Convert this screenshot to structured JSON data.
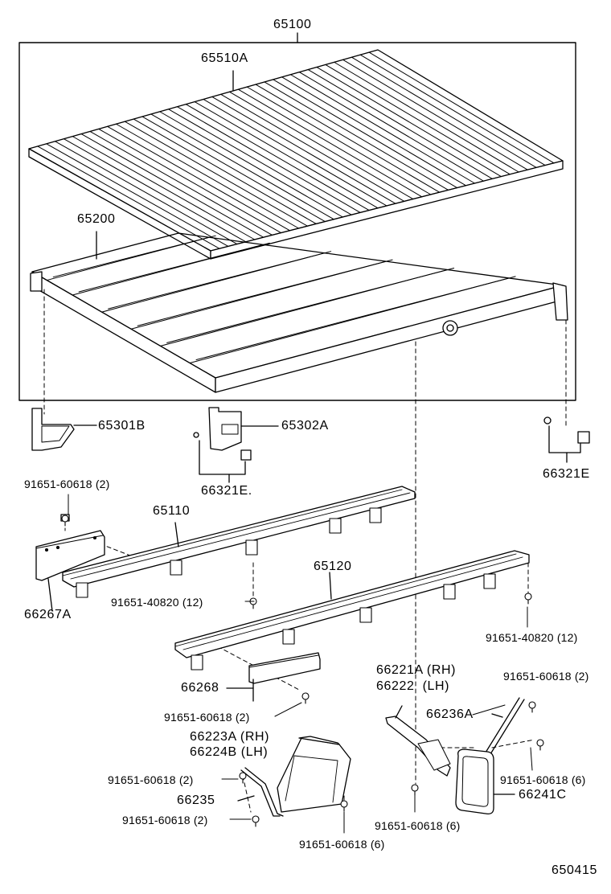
{
  "diagram_id": "650415",
  "assembly": {
    "part": "65100"
  },
  "parts": {
    "floor_panel": "65510A",
    "floor_frame": "65200",
    "bracket_left": "65301B",
    "bracket_center": "65302A",
    "clip_left": "66321E.",
    "clip_right": "66321E",
    "rail_front": "65110",
    "rail_rear": "65120",
    "plate_left": "66267A",
    "plate_center": "66268",
    "mud_guard_rh": "66223A (RH)",
    "mud_guard_lh": "66224B (LH)",
    "stay_small": "66235",
    "stay_rh": "66221A (RH)",
    "stay_lh": "66222  (LH)",
    "stay_long": "66236A",
    "lamp_frame": "66241C"
  },
  "bolts": {
    "b1": "91651-60618 (2)",
    "b2": "91651-40820 (12)",
    "b3": "91651-40820 (12)",
    "b4": "91651-60618 (2)",
    "b5": "91651-60618 (2)",
    "b6": "91651-60618 (2)",
    "b7": "91651-60618 (6)",
    "b8": "91651-60618 (6)",
    "b9": "91651-60618 (2)",
    "b10": "91651-60618 (6)"
  }
}
